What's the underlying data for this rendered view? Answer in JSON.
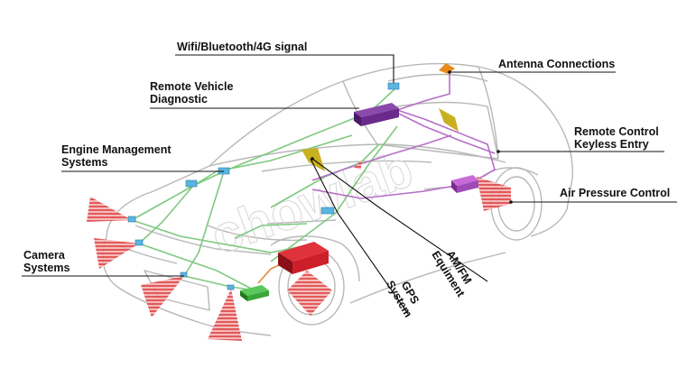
{
  "labels": {
    "wifi": "Wifi/Bluetooth/4G signal",
    "antenna": "Antenna Connections",
    "remote_diag_line1": "Remote Vehicle",
    "remote_diag_line2": "Diagnostic",
    "keyless_line1": "Remote Control",
    "keyless_line2": "Keyless Entry",
    "engine_line1": "Engine Management",
    "engine_line2": "Systems",
    "air_pressure": "Air Pressure Control",
    "camera_line1": "Camera",
    "camera_line2": "Systems",
    "amfm_line1": "AM/FM",
    "amfm_line2": "Equiment",
    "gps_line1": "GPS",
    "gps_line2": "System"
  },
  "watermark": "chowlab",
  "colors": {
    "car_outline": "#b8b8b8",
    "wire_green": "#7fc97f",
    "wire_purple": "#b86ec8",
    "module_purple": "#6a2a8c",
    "module_red": "#cc1f2a",
    "module_green": "#3aa63a",
    "sensor_blue": "#5ab5e0",
    "antenna_yellow": "#c9b020",
    "antenna_orange": "#e88a1a",
    "radar_red": "#e04848",
    "leader_black": "#111111"
  }
}
